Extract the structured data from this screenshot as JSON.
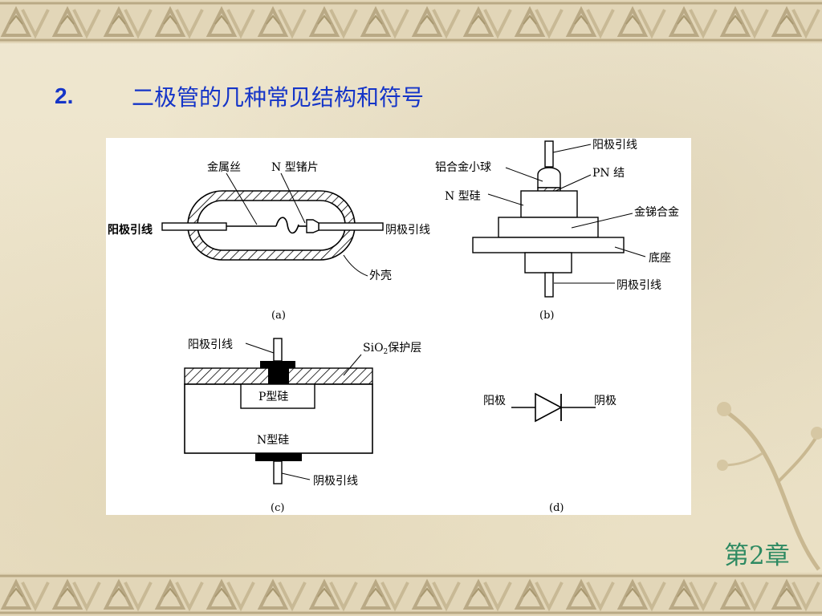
{
  "slide": {
    "title_number": "2.",
    "title_text": "二极管的几种常见结构和符号",
    "chapter": "第2章"
  },
  "diagram_a": {
    "caption": "(a)",
    "metal_wire": "金属丝",
    "n_type_ge": "N 型锗片",
    "anode_lead": "阳极引线",
    "cathode_lead": "阴极引线",
    "shell": "外壳"
  },
  "diagram_b": {
    "caption": "(b)",
    "anode_lead": "阳极引线",
    "al_ball": "铝合金小球",
    "pn_junction": "PN 结",
    "n_type_si": "N 型硅",
    "au_sb_alloy": "金锑合金",
    "base": "底座",
    "cathode_lead": "阴极引线"
  },
  "diagram_c": {
    "caption": "(c)",
    "anode_lead": "阳极引线",
    "sio2": "SiO",
    "sio2_sub": "2",
    "protect_layer": "保护层",
    "p_type_si": "P型硅",
    "n_type_si": "N型硅",
    "cathode_lead": "阴极引线"
  },
  "diagram_d": {
    "caption": "(d)",
    "anode": "阳极",
    "cathode": "阴极"
  },
  "colors": {
    "title": "#1535c8",
    "chapter": "#2e8a62",
    "background": "#ece3c9"
  }
}
